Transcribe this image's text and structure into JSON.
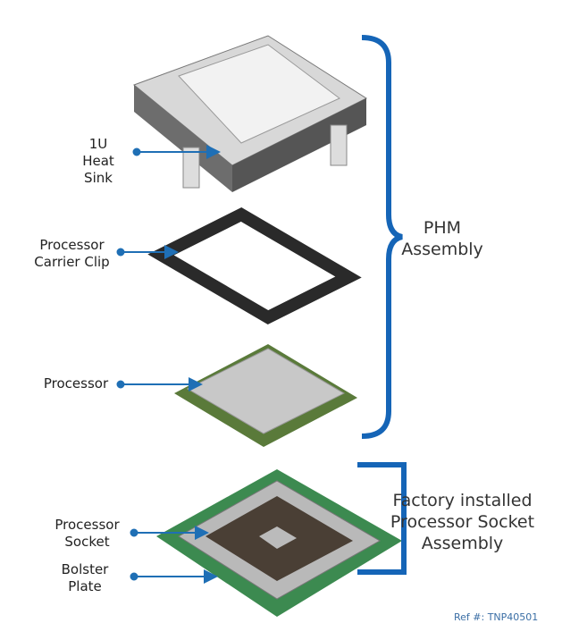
{
  "labels": {
    "heat_sink": [
      "1U",
      "Heat Sink"
    ],
    "carrier_clip": [
      "Processor",
      "Carrier Clip"
    ],
    "processor": "Processor",
    "socket": [
      "Processor",
      "Socket"
    ],
    "bolster": [
      "Bolster",
      "Plate"
    ]
  },
  "groups": {
    "phm": [
      "PHM",
      "Assembly"
    ],
    "socket_assembly": [
      "Factory installed",
      "Processor Socket",
      "Assembly"
    ]
  },
  "ref": "Ref #:  TNP40501",
  "colors": {
    "accent": "#1f6fb5",
    "bracket": "#1565b7"
  }
}
